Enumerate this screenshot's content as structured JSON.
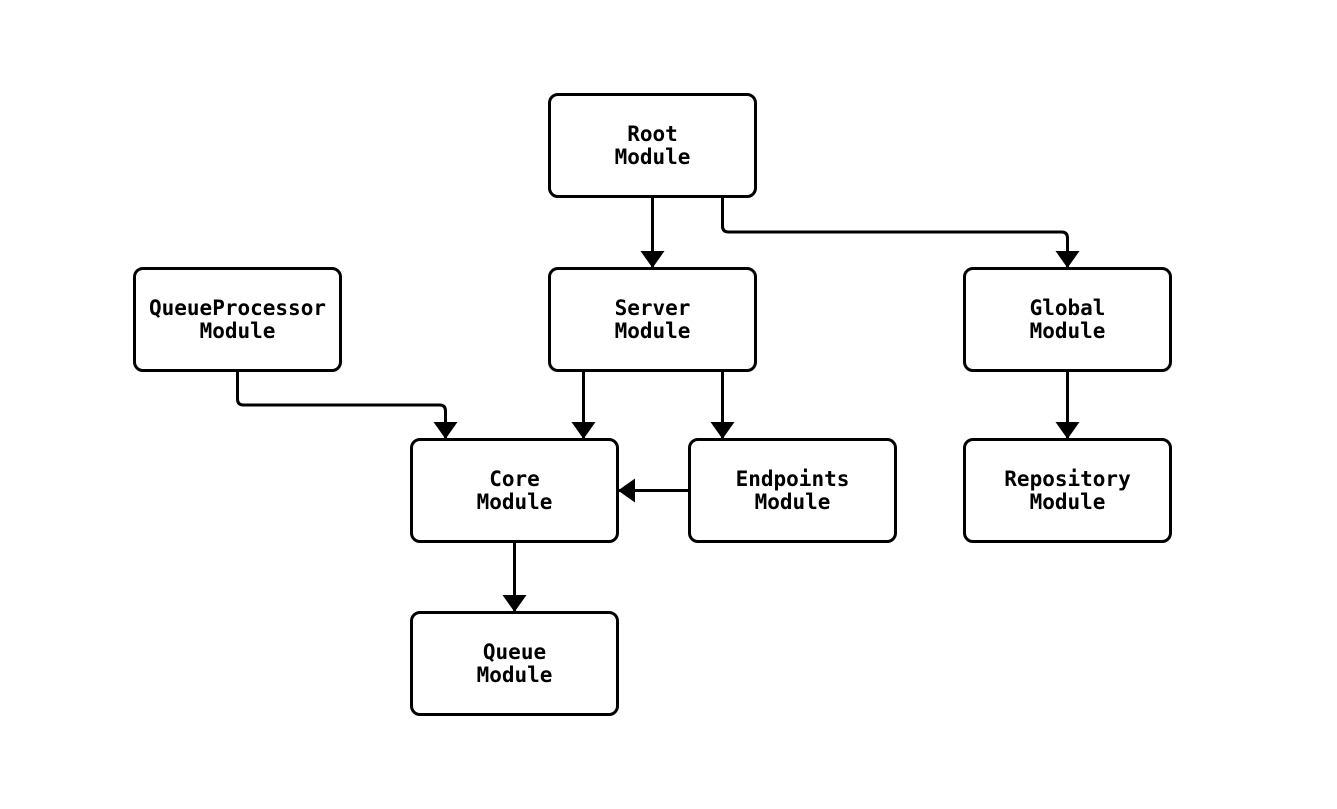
{
  "diagram": {
    "type": "module-dependency-flowchart",
    "colors": {
      "background": "#ffffff",
      "node_fill": "#ffffff",
      "stroke": "#000000",
      "text": "#000000"
    },
    "nodes": [
      {
        "id": "root",
        "line1": "Root",
        "line2": "Module"
      },
      {
        "id": "queueprocessor",
        "line1": "QueueProcessor",
        "line2": "Module"
      },
      {
        "id": "server",
        "line1": "Server",
        "line2": "Module"
      },
      {
        "id": "global",
        "line1": "Global",
        "line2": "Module"
      },
      {
        "id": "core",
        "line1": "Core",
        "line2": "Module"
      },
      {
        "id": "endpoints",
        "line1": "Endpoints",
        "line2": "Module"
      },
      {
        "id": "repository",
        "line1": "Repository",
        "line2": "Module"
      },
      {
        "id": "queue",
        "line1": "Queue",
        "line2": "Module"
      }
    ],
    "edges": [
      {
        "from": "root",
        "to": "server"
      },
      {
        "from": "root",
        "to": "global"
      },
      {
        "from": "queueprocessor",
        "to": "core"
      },
      {
        "from": "server",
        "to": "core"
      },
      {
        "from": "server",
        "to": "endpoints"
      },
      {
        "from": "endpoints",
        "to": "core"
      },
      {
        "from": "global",
        "to": "repository"
      },
      {
        "from": "core",
        "to": "queue"
      }
    ]
  }
}
